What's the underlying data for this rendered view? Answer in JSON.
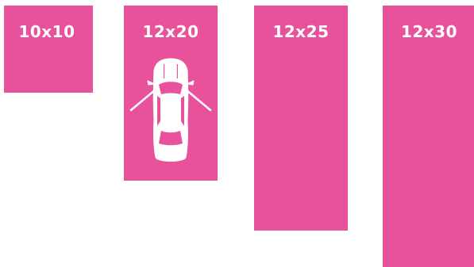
{
  "accent_color": "#e8529b",
  "label_color": "#ffffff",
  "units": [
    {
      "label": "10x10"
    },
    {
      "label": "12x20",
      "icon": "car-doors-open-icon"
    },
    {
      "label": "12x25"
    },
    {
      "label": "12x30"
    }
  ]
}
